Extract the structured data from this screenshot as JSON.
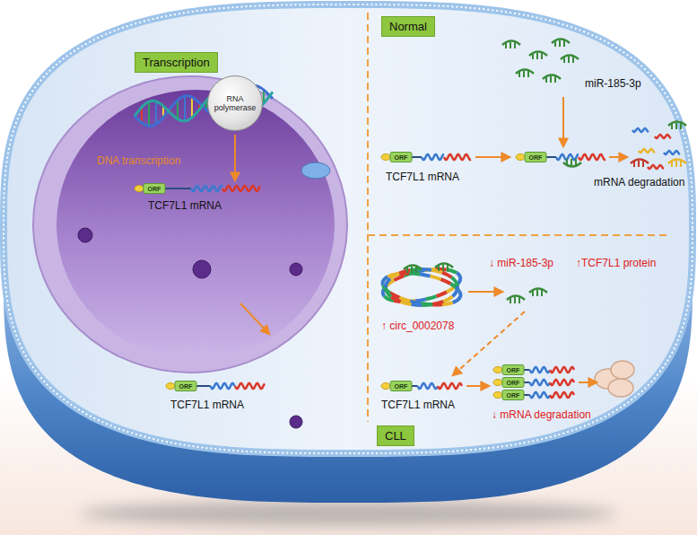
{
  "diagram": {
    "nodes": [
      {
        "text": [
          "Transcription"
        ]
      },
      {
        "text": [
          "RNA polymerase"
        ]
      },
      {
        "text": [
          "Normal"
        ]
      },
      {
        "text": [
          "CLL"
        ]
      }
    ],
    "labels": [
      "DNA transcription",
      "TCF7L1 mRNA",
      "ORF",
      "miR-185-3p",
      "TCF7L1 mRNA",
      "ORF",
      "ORF",
      "mRNA degradation",
      "↑ circ_0002078",
      "↓ miR-185-3p",
      "↑TCF7L1 protein",
      "TCF7L1 mRNA",
      "ORF",
      "TCF7L1 mRNA",
      "ORF",
      "ORF",
      "ORF",
      "ORF",
      "↓ mRNA degradation"
    ]
  }
}
